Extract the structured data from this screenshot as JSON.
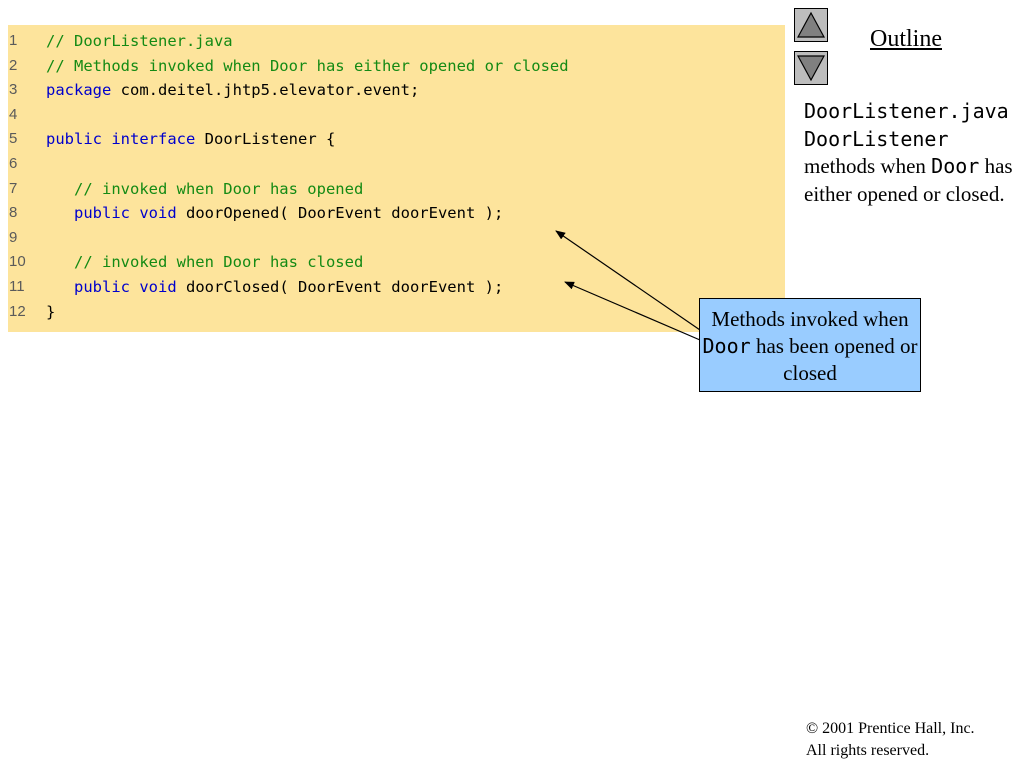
{
  "code": {
    "lines": [
      {
        "num": "1",
        "parts": [
          {
            "t": "// DoorListener.java",
            "c": "cm"
          }
        ]
      },
      {
        "num": "2",
        "parts": [
          {
            "t": "// Methods invoked when Door has either opened or closed",
            "c": "cm"
          }
        ]
      },
      {
        "num": "3",
        "parts": [
          {
            "t": "package",
            "c": "kw"
          },
          {
            "t": " com.deitel.jhtp5.elevator.event;",
            "c": "tx"
          }
        ]
      },
      {
        "num": "4",
        "parts": []
      },
      {
        "num": "5",
        "parts": [
          {
            "t": "public",
            "c": "kw"
          },
          {
            "t": " ",
            "c": "tx"
          },
          {
            "t": "interface",
            "c": "kw"
          },
          {
            "t": " DoorListener {",
            "c": "tx"
          }
        ]
      },
      {
        "num": "6",
        "parts": []
      },
      {
        "num": "7",
        "parts": [
          {
            "t": "   // invoked when Door has opened",
            "c": "cm"
          }
        ]
      },
      {
        "num": "8",
        "parts": [
          {
            "t": "   ",
            "c": "tx"
          },
          {
            "t": "public",
            "c": "kw"
          },
          {
            "t": " ",
            "c": "tx"
          },
          {
            "t": "void",
            "c": "kw"
          },
          {
            "t": " doorOpened( DoorEvent doorEvent );",
            "c": "tx"
          }
        ]
      },
      {
        "num": "9",
        "parts": []
      },
      {
        "num": "10",
        "parts": [
          {
            "t": "   // invoked when Door has closed",
            "c": "cm"
          }
        ]
      },
      {
        "num": "11",
        "parts": [
          {
            "t": "   ",
            "c": "tx"
          },
          {
            "t": "public",
            "c": "kw"
          },
          {
            "t": " ",
            "c": "tx"
          },
          {
            "t": "void",
            "c": "kw"
          },
          {
            "t": " doorClosed( DoorEvent doorEvent );",
            "c": "tx"
          }
        ]
      },
      {
        "num": "12",
        "parts": [
          {
            "t": "}",
            "c": "tx"
          }
        ]
      }
    ]
  },
  "nav": {
    "up_icon": "triangle-up-icon",
    "down_icon": "triangle-down-icon"
  },
  "outline": {
    "title": "Outline",
    "file_name": "DoorListener.java",
    "interface_name": "DoorListener",
    "desc_before": " methods when ",
    "door_word": "Door",
    "desc_after": " has either opened or closed."
  },
  "callout": {
    "before": "Methods invoked when ",
    "door_word": "Door",
    "after": " has been opened or closed"
  },
  "footer": {
    "copyright": "© 2001 Prentice Hall, Inc.",
    "rights": "All rights reserved."
  },
  "colors": {
    "code_background": "#fde49c",
    "keyword": "#0000cc",
    "comment": "#148a14",
    "callout_background": "#99ccff",
    "nav_button": "#bdbdbd"
  }
}
